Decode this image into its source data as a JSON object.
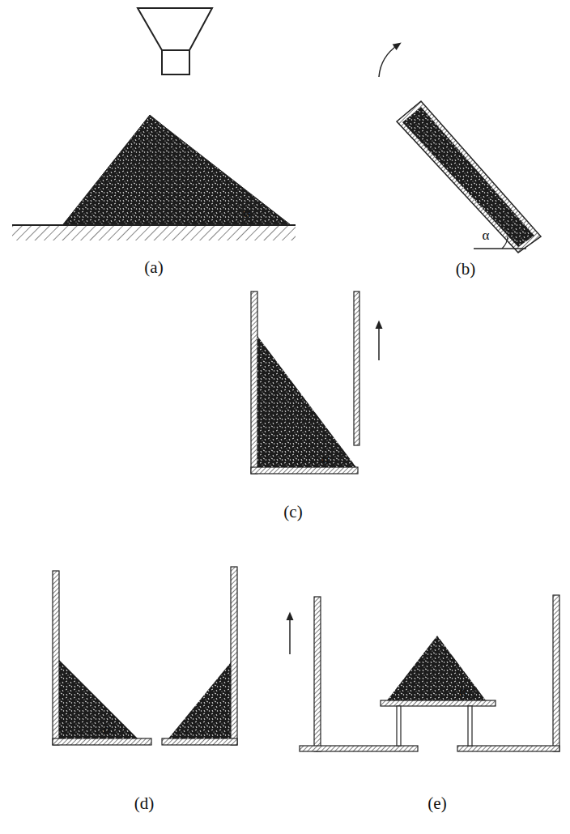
{
  "diagram": {
    "labels": [
      "α",
      "(a)",
      "α",
      "(b)",
      "α",
      "(c)",
      "α",
      "(d)",
      "α",
      "(e)"
    ]
  }
}
